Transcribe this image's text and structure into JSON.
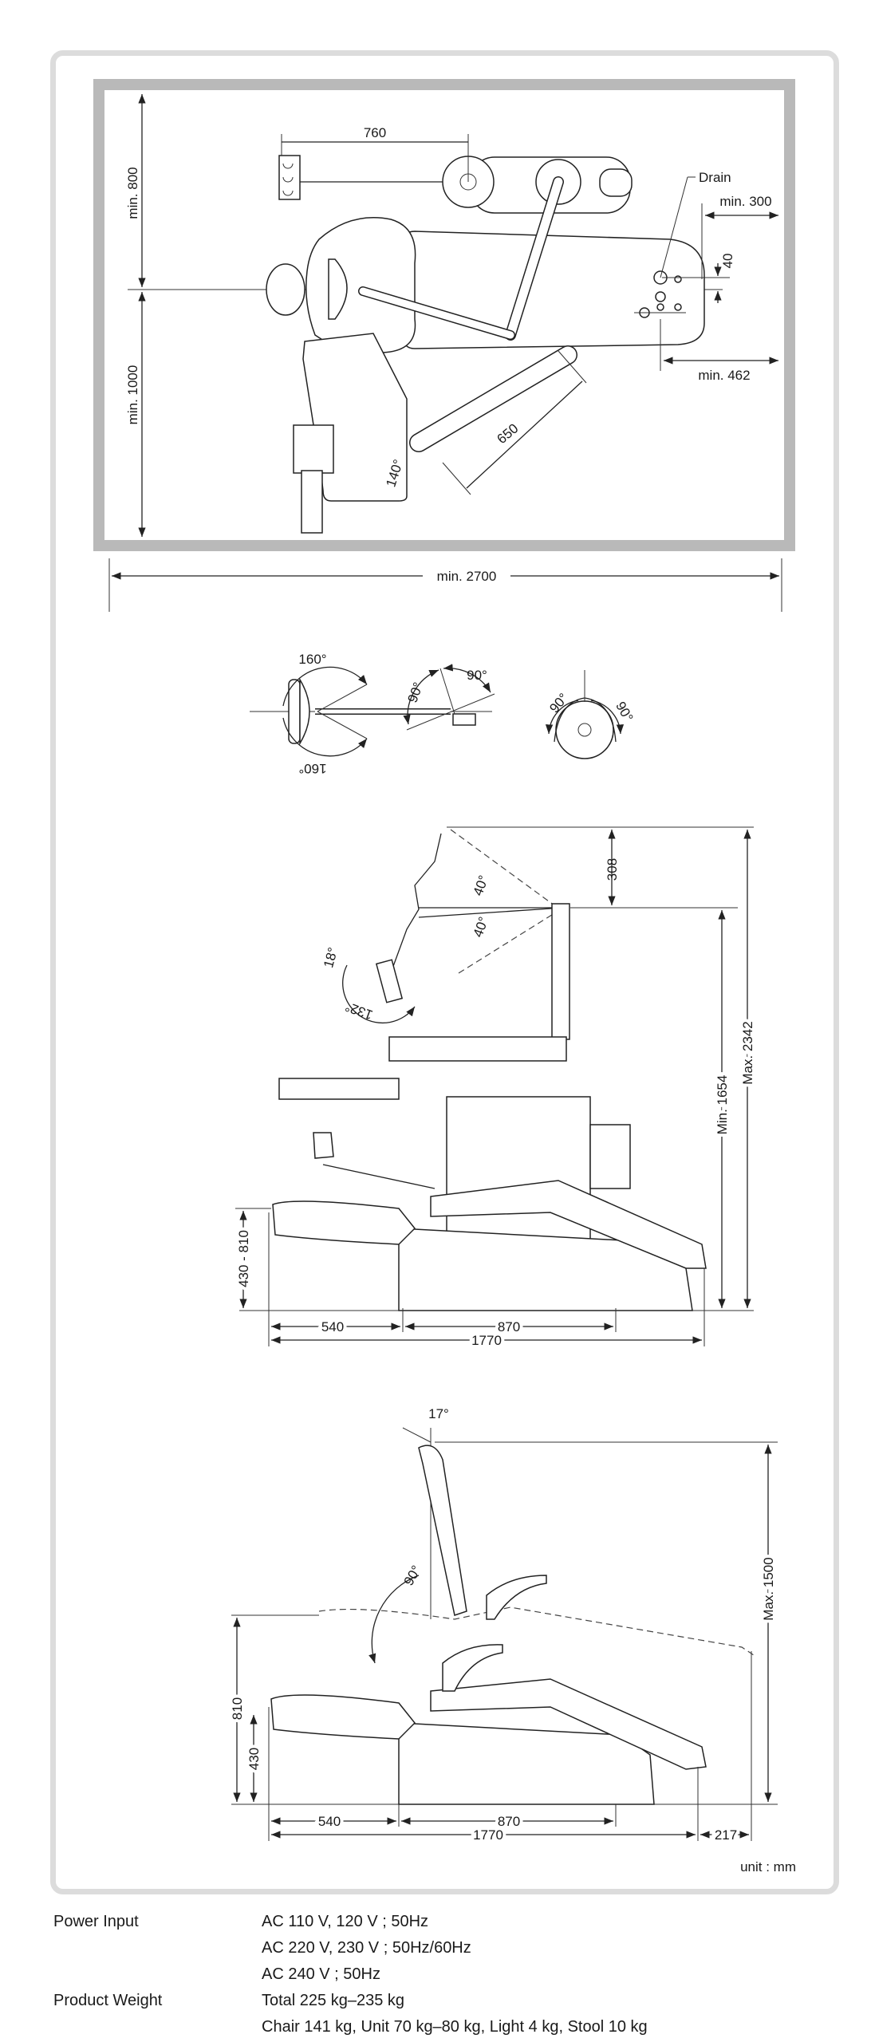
{
  "plan_view": {
    "dim_760": "760",
    "drain": "Drain",
    "min_300": "min. 300",
    "dim_40": "40",
    "min_462": "min. 462",
    "min_800": "min. 800",
    "min_1000": "min. 1000",
    "dim_650": "650",
    "angle_140": "140°",
    "min_2700": "min. 2700"
  },
  "swing_view": {
    "light_top": "160°",
    "light_bottom": "160°",
    "arm_left": "90°",
    "arm_right": "90°",
    "head_left": "90°",
    "head_right": "90°"
  },
  "side_view_unit": {
    "dim_308": "308",
    "angle_up": "40°",
    "angle_down": "40°",
    "angle_18": "18°",
    "angle_132": "132°",
    "min_1654": "Min. 1654",
    "max_2342": "Max. 2342",
    "height_range": "430 - 810",
    "dim_540": "540",
    "dim_870": "870",
    "dim_1770": "1770"
  },
  "side_view_chair": {
    "angle_17": "17°",
    "angle_90": "90°",
    "max_1500": "Max. 1500",
    "dim_810": "810",
    "dim_430": "430",
    "dim_540": "540",
    "dim_870": "870",
    "dim_1770": "1770",
    "dim_217": "217",
    "unit": "unit : mm"
  },
  "specs": [
    {
      "label": "Power Input",
      "values": [
        "AC 110 V, 120 V ; 50Hz",
        "AC 220 V, 230 V ; 50Hz/60Hz",
        "AC 240 V ; 50Hz"
      ]
    },
    {
      "label": "Product Weight",
      "values": [
        "Total 225 kg–235 kg",
        "Chair 141 kg, Unit 70 kg–80 kg, Light 4 kg, Stool 10 kg"
      ]
    }
  ],
  "colors": {
    "frame": "#b9b9b9",
    "card_border": "#dcdcdc",
    "line": "#222222"
  }
}
